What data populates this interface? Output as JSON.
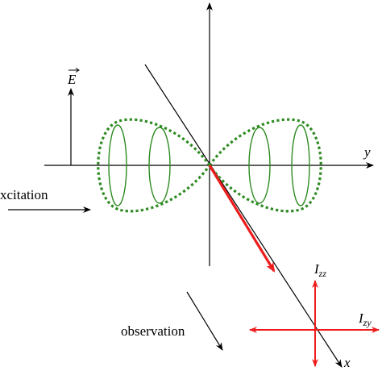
{
  "labels": {
    "field_vector": "E",
    "axis_y": "y",
    "axis_x": "x",
    "excitation": "xcitation",
    "observation": "observation",
    "intensity_zz_main": "I",
    "intensity_zz_sub": "zz",
    "intensity_zy_main": "I",
    "intensity_zy_sub": "zy"
  },
  "colors": {
    "axes": "#000000",
    "radiation_pattern": "#2e8b22",
    "observation_direction": "#ee1c1c",
    "intensity_labels": "#ee1c1c"
  }
}
